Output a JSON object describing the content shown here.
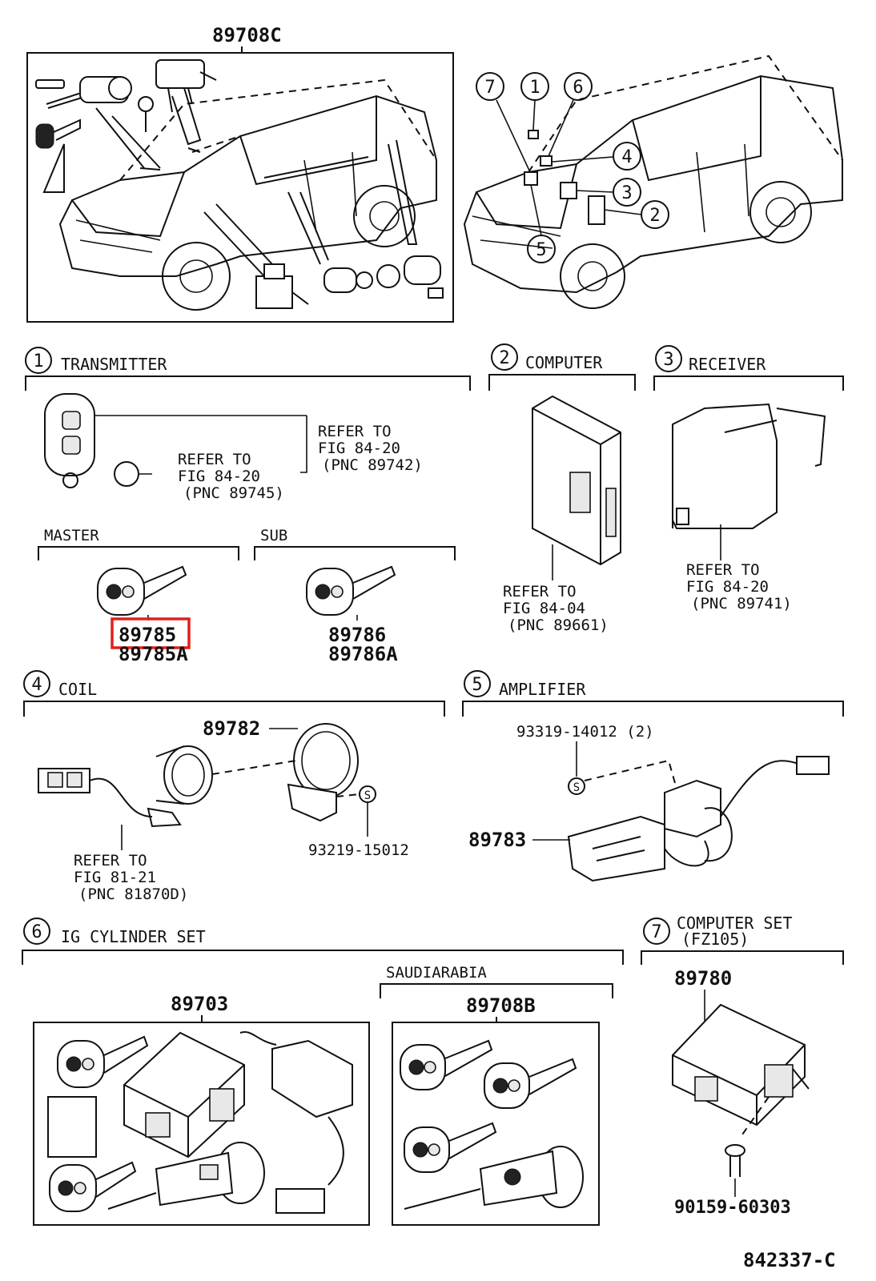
{
  "top": {
    "assembly_part": "89708C",
    "callouts": [
      "7",
      "1",
      "6",
      "4",
      "3",
      "2",
      "5"
    ]
  },
  "sections": {
    "transmitter": {
      "num": "1",
      "title": "TRANSMITTER",
      "refer_a": [
        "REFER TO",
        "FIG 84-20",
        "(PNC 89745)"
      ],
      "refer_b": [
        "REFER TO",
        "FIG 84-20",
        "(PNC 89742)"
      ],
      "master_label": "MASTER",
      "sub_label": "SUB",
      "master_parts": [
        "89785",
        "89785A"
      ],
      "sub_parts": [
        "89786",
        "89786A"
      ]
    },
    "computer": {
      "num": "2",
      "title": "COMPUTER",
      "refer": [
        "REFER TO",
        "FIG 84-04",
        "(PNC 89661)"
      ]
    },
    "receiver": {
      "num": "3",
      "title": "RECEIVER",
      "refer": [
        "REFER TO",
        "FIG 84-20",
        "(PNC 89741)"
      ]
    },
    "coil": {
      "num": "4",
      "title": "COIL",
      "part_main": "89782",
      "screw_mark": "S",
      "screw_part": "93219-15012",
      "refer": [
        "REFER TO",
        "FIG 81-21",
        "(PNC 81870D)"
      ]
    },
    "amplifier": {
      "num": "5",
      "title": "AMPLIFIER",
      "screw_part": "93319-14012 (2)",
      "screw_mark": "S",
      "part_main": "89783"
    },
    "ig_cylinder": {
      "num": "6",
      "title": "IG CYLINDER SET",
      "part_main": "89703",
      "region_label": "SAUDIARABIA",
      "region_part": "89708B"
    },
    "computer_set": {
      "num": "7",
      "title": "COMPUTER SET",
      "subtitle": "(FZ105)",
      "part_main": "89780",
      "screw_part": "90159-60303"
    }
  },
  "figure_code": "842337-C",
  "colors": {
    "line": "#111111",
    "highlight": "#e0201b",
    "background": "#ffffff"
  }
}
